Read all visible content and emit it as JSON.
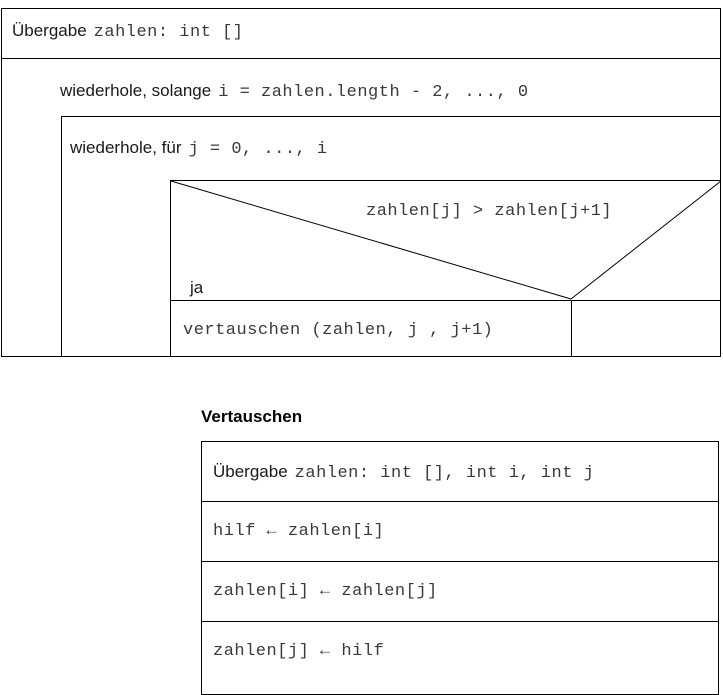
{
  "diagram": {
    "kind": "nassi-shneiderman-structogram",
    "title_visible": false
  },
  "main_structogram": {
    "signature": {
      "label": "Übergabe",
      "code": "zahlen: int []"
    },
    "outer_loop": {
      "label": "wiederhole, solange",
      "code": "i = zahlen.length - 2, ..., 0"
    },
    "inner_loop": {
      "label": "wiederhole, für",
      "code": "j = 0, ..., i"
    },
    "condition": {
      "code": "zahlen[j] > zahlen[j+1]",
      "yes_label": "ja",
      "no_label": ""
    },
    "then_branch": {
      "code": "vertauschen (zahlen, j , j+1)"
    },
    "else_branch": {
      "code": ""
    }
  },
  "sub_structogram": {
    "heading": "Vertauschen",
    "signature": {
      "label": "Übergabe",
      "code": "zahlen: int [], int i, int j"
    },
    "statements": [
      {
        "code": "hilf ← zahlen[i]"
      },
      {
        "code": "zahlen[i] ← zahlen[j]"
      },
      {
        "code": "zahlen[j] ← hilf"
      }
    ]
  },
  "colors": {
    "stroke": "#000000",
    "label_text": "#1a1a1a",
    "code_text": "#3a3a3a",
    "background": "#ffffff"
  }
}
